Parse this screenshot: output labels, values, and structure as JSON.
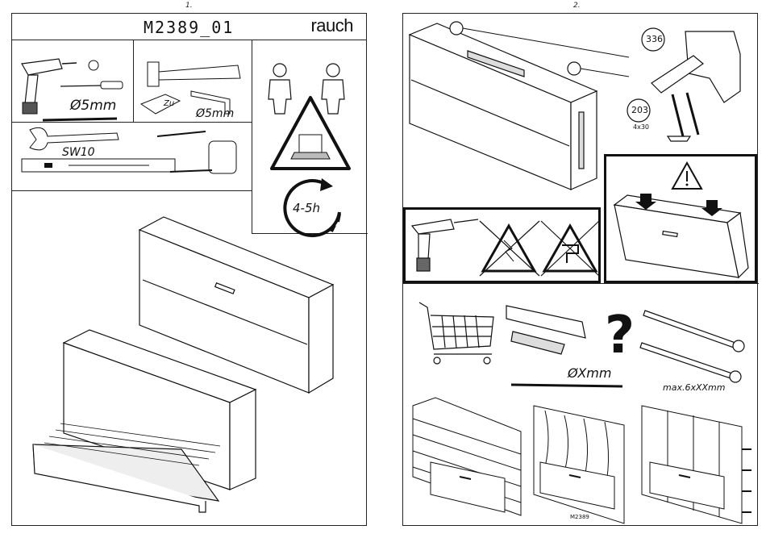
{
  "page1": {
    "page_number": "1.",
    "model_code": "M2389_01",
    "brand": "rauch",
    "tools": {
      "drill_bit_label": "Ø5mm",
      "hex_key_label": "Ø5mm",
      "spanner_label": "SW10",
      "block_label": "Zu"
    },
    "duration": "4-5h"
  },
  "page2": {
    "page_number": "2.",
    "part_numbers": [
      "336",
      "203"
    ],
    "screw_size": "4x30",
    "dowel_label": "ØXmm",
    "screw_spec": "max.6xXXmm",
    "question_mark": "?",
    "footer_code": "M2389"
  }
}
